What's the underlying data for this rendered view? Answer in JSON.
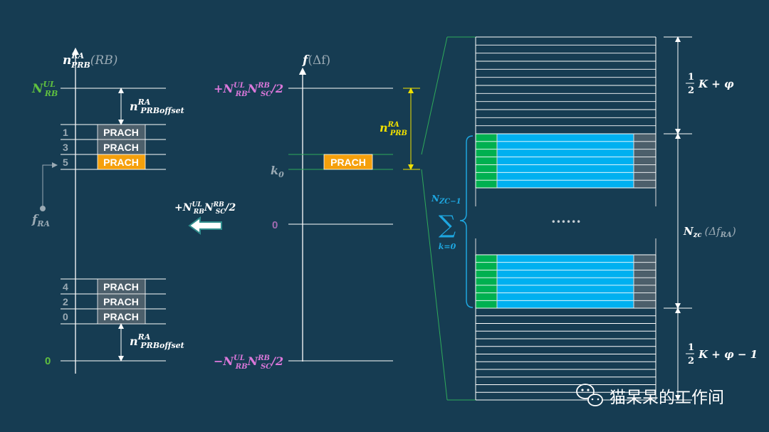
{
  "colors": {
    "background": "#163c52",
    "green": "#5fbf3f",
    "pink": "#d977d9",
    "yellow": "#f0e000",
    "orange": "#f5a00c",
    "blue": "#00b0f0",
    "gray": "#4c5f6b",
    "zc_green": "#00b050",
    "sum": "#1ea7e0"
  },
  "left_axis": {
    "axis_label": "n",
    "axis_sup": "RA",
    "axis_sub": "PRB",
    "axis_unit": "(RB)",
    "top_label": "N",
    "top_sup": "UL",
    "top_sub": "RB",
    "offset_label": "n",
    "offset_sup": "RA",
    "offset_sub": "PRBoffset",
    "upper_rows": [
      {
        "index": "1",
        "label": "PRACH",
        "highlight": false
      },
      {
        "index": "3",
        "label": "PRACH",
        "highlight": false
      },
      {
        "index": "5",
        "label": "PRACH",
        "highlight": true
      }
    ],
    "lower_rows": [
      {
        "index": "4",
        "label": "PRACH"
      },
      {
        "index": "2",
        "label": "PRACH"
      },
      {
        "index": "0",
        "label": "PRACH"
      }
    ],
    "zero": "0",
    "fra_label": "f",
    "fra_sub": "RA"
  },
  "shift": {
    "label_prefix": "+N",
    "sup1": "UL",
    "sub1": "RB",
    "mid": "N",
    "sup2": "RB",
    "sub2": "SC",
    "suffix": "/2"
  },
  "middle_axis": {
    "axis_label": "f",
    "axis_arg": "(Δf)",
    "top_prefix": "+N",
    "top_suffix": "/2",
    "bottom_prefix": "−N",
    "bottom_suffix": "/2",
    "sup1": "UL",
    "sub1": "RB",
    "mid": "N",
    "sup2": "RB",
    "sub2": "SC",
    "k0": "k",
    "k0_sub": "0",
    "zero": "0",
    "prach": "PRACH",
    "nprb_label": "n",
    "nprb_sup": "RA",
    "nprb_sub": "PRB"
  },
  "right": {
    "top_label_num": "1",
    "top_label_den": "2",
    "top_label_rest": "K + φ",
    "mid_label": "N",
    "mid_sub": "zc",
    "mid_arg": "(Δf",
    "mid_arg_sub": "RA",
    "mid_arg_close": ")",
    "bottom_label_num": "1",
    "bottom_label_den": "2",
    "bottom_label_rest": "K + φ − 1",
    "sum_top": "N",
    "sum_top_sub": "ZC−1",
    "sum_symbol": "∑",
    "sum_bottom": "k=0",
    "ellipsis": "••••••"
  },
  "watermark": {
    "text": "猫呆呆的工作间"
  }
}
